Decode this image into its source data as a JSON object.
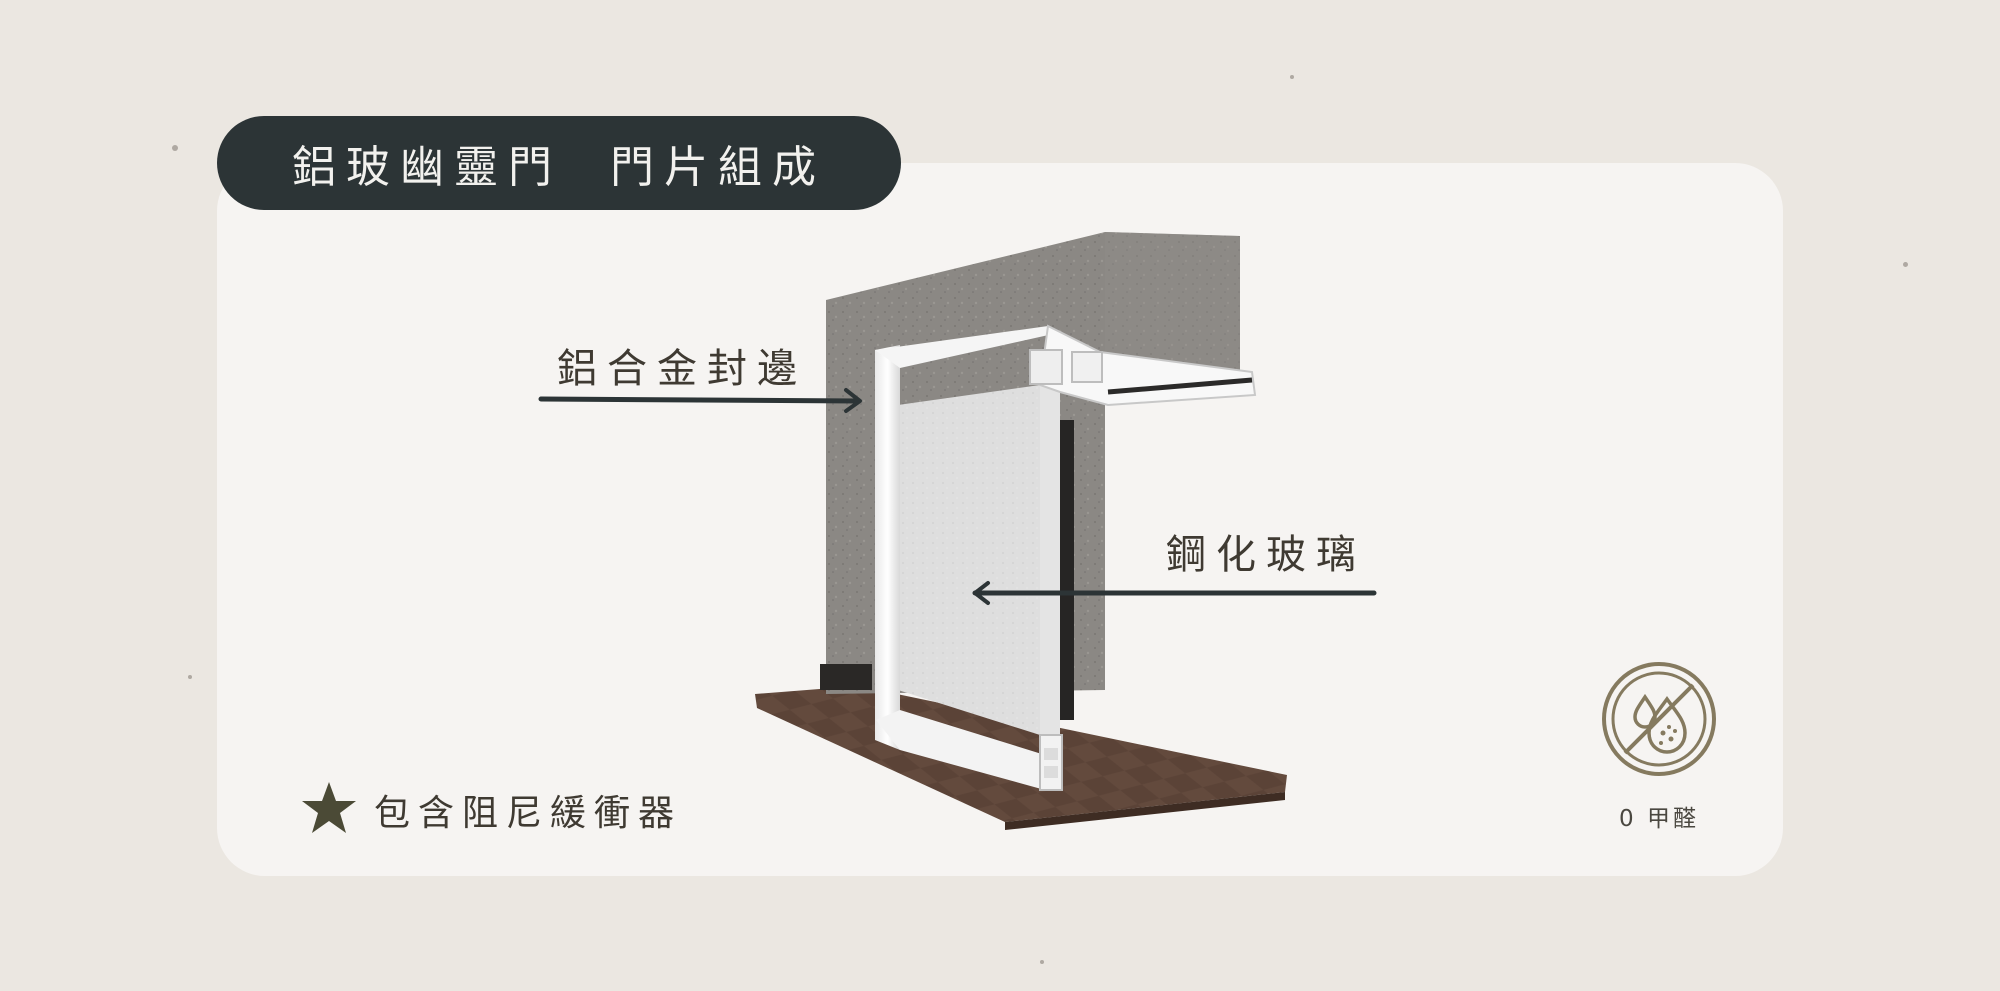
{
  "title": "鋁玻幽靈門  門片組成",
  "labels": {
    "frame": "鋁合金封邊",
    "glass": "鋼化玻璃"
  },
  "note": {
    "icon": "star-icon",
    "text": "包含阻尼緩衝器"
  },
  "badge": {
    "icon": "no-formaldehyde-icon",
    "text": "0 甲醛"
  },
  "colors": {
    "background": "#ebe7e1",
    "card": "#f6f4f2",
    "title_pill": "#2c3436",
    "text": "#3f3a32",
    "accent_olive": "#857a5f",
    "floor_wood": "#5a4236",
    "concrete": "#8a8783"
  }
}
